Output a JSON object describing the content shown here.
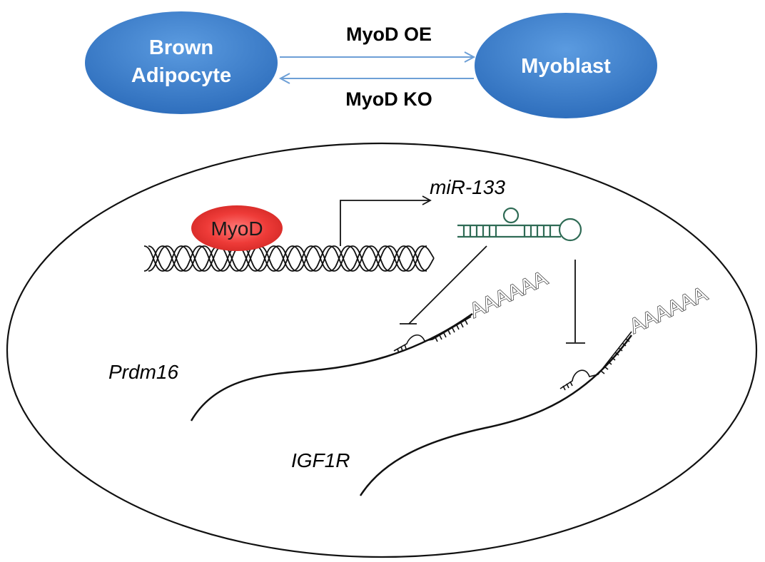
{
  "top": {
    "left_node": {
      "line1": "Brown",
      "line2": "Adipocyte"
    },
    "right_node": {
      "label": "Myoblast"
    },
    "forward_label": "MyoD OE",
    "reverse_label": "MyoD KO"
  },
  "cell": {
    "protein_label": "MyoD",
    "mirna_label": "miR-133",
    "targets": [
      {
        "gene": "Prdm16",
        "polya": "AAAAAA"
      },
      {
        "gene": "IGF1R",
        "polya": "AAAAAA"
      }
    ]
  },
  "colors": {
    "node_blue": "#3b7fcb",
    "arrow_blue": "#6d9fd6",
    "myod_red": "#e8302c",
    "mirna_green": "#2f6b55"
  }
}
